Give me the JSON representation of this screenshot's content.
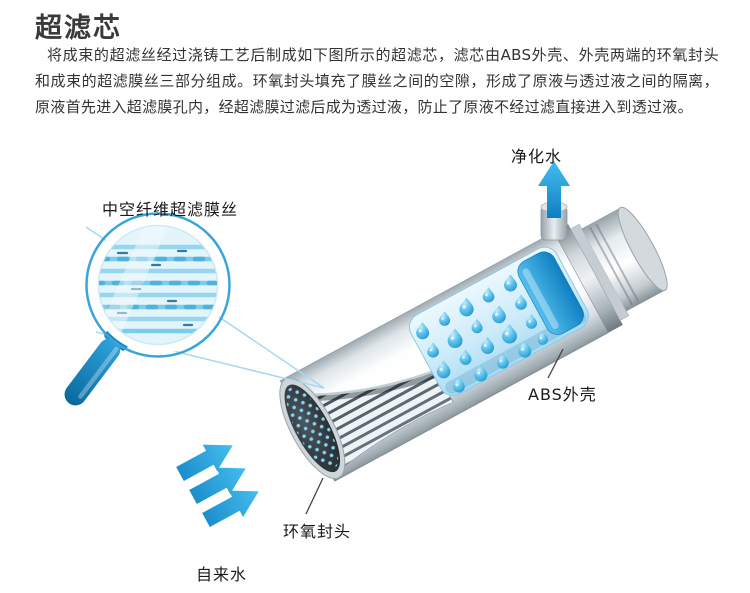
{
  "page": {
    "title": "超滤芯",
    "paragraph": "将成束的超滤丝经过浇铸工艺后制成如下图所示的超滤芯，滤芯由ABS外壳、外壳两端的环氧封头和成束的超滤膜丝三部分组成。环氧封头填充了膜丝之间的空隙，形成了原液与透过液之间的隔离，原液首先进入超滤膜孔内，经超滤膜过滤后成为透过液，防止了原液不经过滤直接进入到透过液。"
  },
  "diagram": {
    "labels": {
      "hollow_fiber": "中空纤维超滤膜丝",
      "purified_water": "净化水",
      "abs_shell": "ABS外壳",
      "epoxy_head": "环氧封头",
      "tap_water": "自来水"
    },
    "colors": {
      "accent_blue": "#1e9cd7",
      "deep_blue": "#0e7fc2",
      "light_blue": "#cdebf9",
      "shell_gray": "#c6cdd2",
      "text": "#333333"
    }
  }
}
